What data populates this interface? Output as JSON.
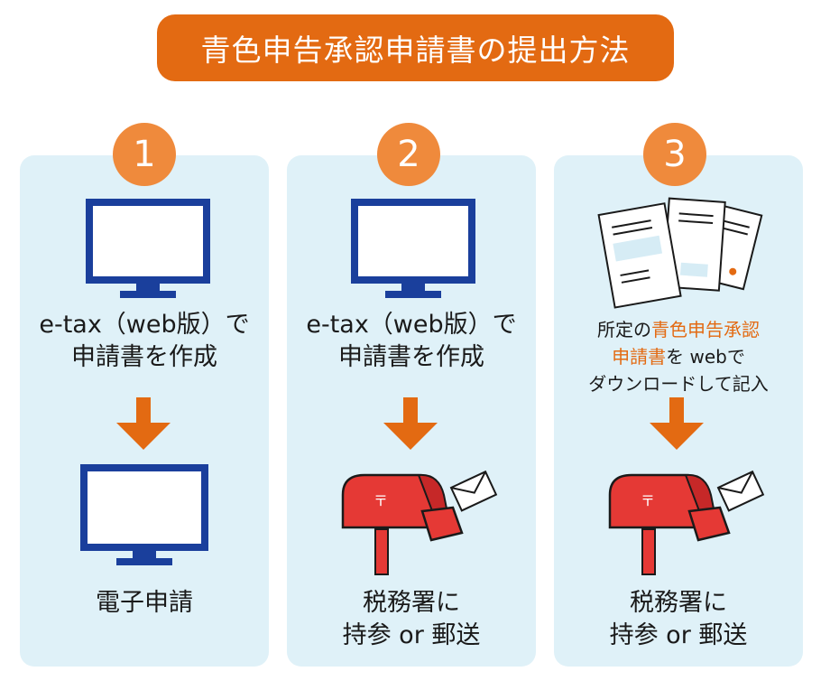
{
  "title": "青色申告承認申請書の提出方法",
  "colors": {
    "accent": "#e36a12",
    "badge": "#ef8a3c",
    "panel": "#dff1f8",
    "monitor": "#1a3f9c",
    "mailbox": "#e53935"
  },
  "steps": [
    {
      "number": "1",
      "icon": "monitor-icon",
      "desc_line1": "e-tax（web版）で",
      "desc_line2": "申請書を作成",
      "result_icon": "monitor-icon",
      "result_line1": "電子申請"
    },
    {
      "number": "2",
      "icon": "monitor-icon",
      "desc_line1": "e-tax（web版）で",
      "desc_line2": "申請書を作成",
      "result_icon": "mailbox-icon",
      "result_line1": "税務署に",
      "result_line2": "持参 or 郵送"
    },
    {
      "number": "3",
      "icon": "documents-icon",
      "desc_line1_pre": "所定の",
      "desc_line1_hl": "青色申告承認",
      "desc_line2_hl": "申請書",
      "desc_line2_post": "を webで",
      "desc_line3": "ダウンロードして記入",
      "result_icon": "mailbox-icon",
      "result_line1": "税務署に",
      "result_line2": "持参 or 郵送"
    }
  ]
}
